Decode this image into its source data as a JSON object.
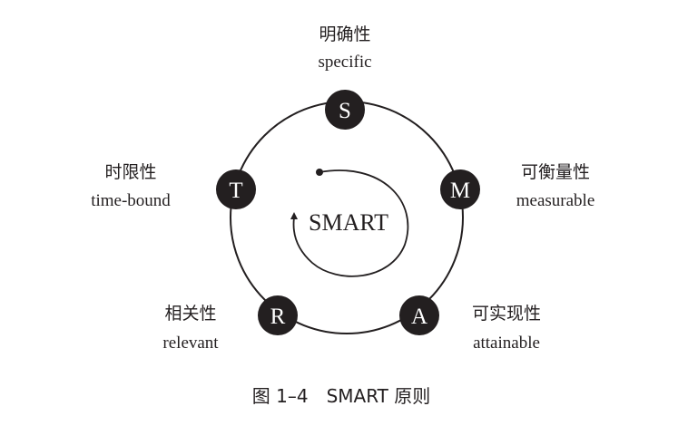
{
  "center_label": "SMART",
  "caption": "图 1–4　SMART 原则",
  "nodes": [
    {
      "key": "s",
      "letter": "S",
      "cn": "明确性",
      "en": "specific"
    },
    {
      "key": "m",
      "letter": "M",
      "cn": "可衡量性",
      "en": "measurable"
    },
    {
      "key": "a",
      "letter": "A",
      "cn": "可实现性",
      "en": "attainable"
    },
    {
      "key": "r",
      "letter": "R",
      "cn": "相关性",
      "en": "relevant"
    },
    {
      "key": "t",
      "letter": "T",
      "cn": "时限性",
      "en": "time-bound"
    }
  ],
  "colors": {
    "node_fill": "#231f20",
    "line": "#231f20",
    "background": "#ffffff"
  }
}
